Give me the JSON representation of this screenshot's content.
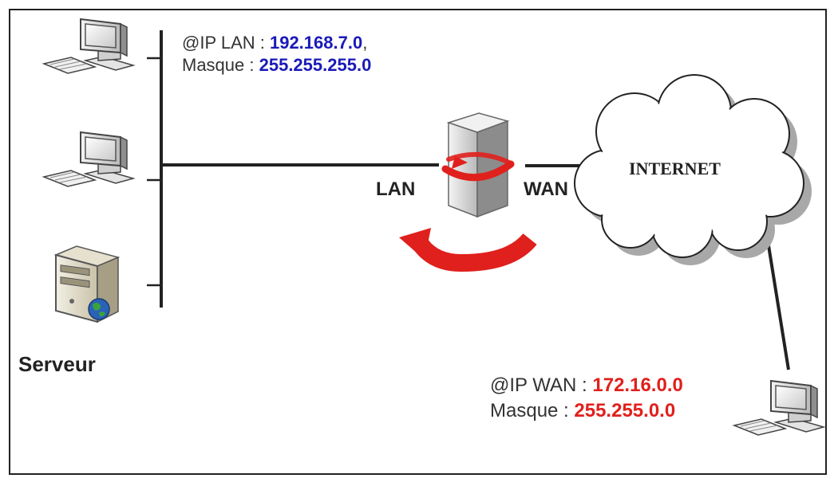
{
  "lan_info": {
    "ip_label": "@IP LAN : ",
    "ip_value": "192.168.7.0",
    "ip_suffix": ",",
    "mask_label": "Masque : ",
    "mask_value": "255.255.255.0"
  },
  "wan_info": {
    "ip_label": "@IP WAN : ",
    "ip_value": "172.16.0.0",
    "mask_label": "Masque : ",
    "mask_value": "255.255.0.0"
  },
  "labels": {
    "lan": "LAN",
    "wan": "WAN",
    "internet": "INTERNET",
    "server": "Serveur"
  },
  "colors": {
    "lan_values": "#1a1ab8",
    "wan_values": "#e0201c",
    "arrows": "#e0201c"
  },
  "icons": [
    "computer-icon",
    "computer-icon",
    "server-icon",
    "router-icon",
    "cloud-icon",
    "computer-icon"
  ]
}
